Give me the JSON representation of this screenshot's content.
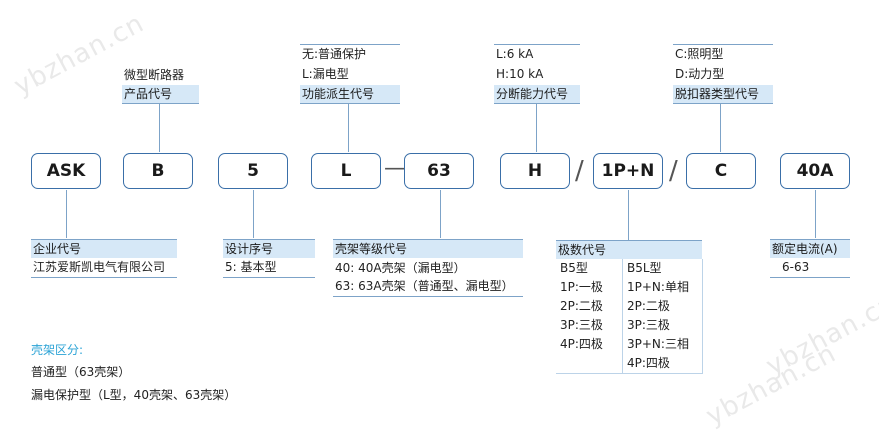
{
  "watermarks": [
    "ybzhan.cn",
    "ybzhan.cn",
    "ybzhan.cn"
  ],
  "codes": {
    "ask": "ASK",
    "b": "B",
    "five": "5",
    "l": "L",
    "dash": "—",
    "sixty_three": "63",
    "h": "H",
    "slash1": "/",
    "pole": "1P+N",
    "slash2": "/",
    "c": "C",
    "current": "40A"
  },
  "top": {
    "product": {
      "line1": "微型断路器",
      "header": "产品代号"
    },
    "derived": {
      "line1": "无:普通保护",
      "line2": "L:漏电型",
      "header": "功能派生代号"
    },
    "breaking": {
      "line1": "L:6 kA",
      "line2": "H:10 kA",
      "header": "分断能力代号"
    },
    "release": {
      "line1": "C:照明型",
      "line2": "D:动力型",
      "header": "脱扣器类型代号"
    }
  },
  "bottom": {
    "company": {
      "header": "企业代号",
      "line1": "江苏爱斯凯电气有限公司"
    },
    "design": {
      "header": "设计序号",
      "line1": "5:  基本型"
    },
    "frame": {
      "header": "壳架等级代号",
      "line1": "40:  40A壳架（漏电型）",
      "line2": "63:  63A壳架（普通型、漏电型）"
    },
    "poles": {
      "header": "极数代号",
      "col1_header": "B5型",
      "col2_header": "B5L型",
      "col1": [
        "1P:一极",
        "2P:二极",
        "3P:三极",
        "4P:四极"
      ],
      "col2": [
        "1P+N:单相",
        "2P:二极",
        "3P:三极",
        "3P+N:三相",
        "4P:四极"
      ]
    },
    "rated": {
      "header": "额定电流(A)",
      "line1": "6-63"
    }
  },
  "notes": {
    "title": "壳架区分:",
    "line1": "普通型（63壳架）",
    "line2": "漏电保护型（L型，40壳架、63壳架）"
  },
  "colors": {
    "box_border": "#3a6fa8",
    "header_bg": "#d6e8f7",
    "note_title": "#2ba3d6",
    "line": "#7da3c8"
  }
}
